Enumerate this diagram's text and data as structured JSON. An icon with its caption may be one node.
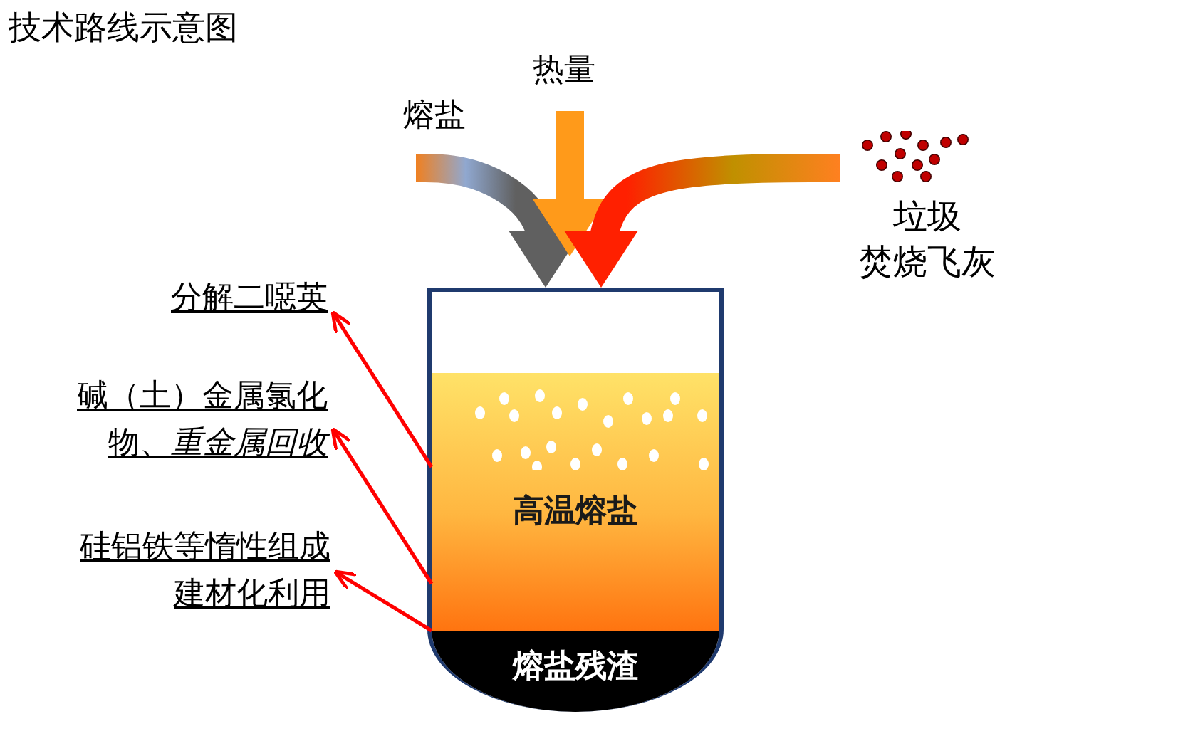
{
  "diagram": {
    "title": "技术路线示意图",
    "nodes": [
      {
        "text": [],
        "shape": "box"
      },
      {
        "text": [
          "高温熔盐"
        ],
        "in": 0
      },
      {
        "text": [
          "熔盐残渣"
        ],
        "in": 0
      },
      {
        "text": [
          "熔盐"
        ]
      },
      {
        "text": [
          "热量"
        ]
      },
      {
        "text": [
          "垃圾",
          "焚烧飞灰"
        ]
      },
      {
        "text": [
          "分解二噁英"
        ]
      },
      {
        "text": [
          "碱（土）金属氯化物、*重金属回收*"
        ]
      },
      {
        "text": [
          "硅铝铁等惰性组成建材化利用"
        ]
      }
    ],
    "edges": [
      {
        "from": 3,
        "to": 0,
        "arrow": "to",
        "style": "thick",
        "color": "#606060"
      },
      {
        "from": 4,
        "to": 0,
        "arrow": "to",
        "style": "thick",
        "color": "#ff9a1a"
      },
      {
        "from": 5,
        "to": 0,
        "arrow": "to",
        "style": "thick",
        "color": "#ff2000"
      },
      {
        "from": 1,
        "to": 6,
        "arrow": "to"
      },
      {
        "from": 1,
        "to": 7,
        "arrow": "to"
      },
      {
        "from": 2,
        "to": 8,
        "arrow": "to"
      }
    ]
  }
}
